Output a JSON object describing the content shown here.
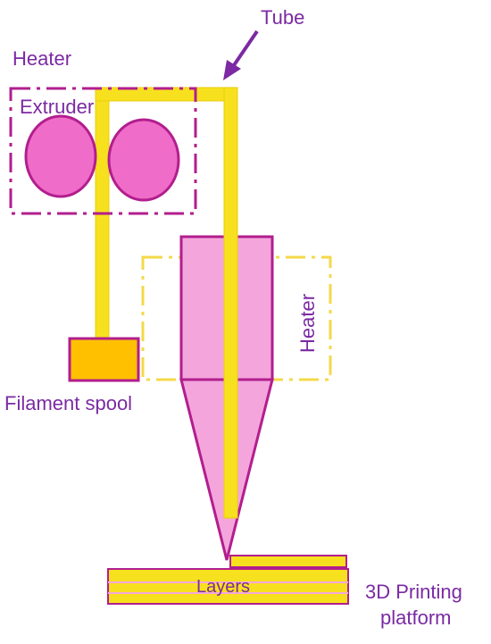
{
  "labels": {
    "tube": "Tube",
    "heater_top": "Heater",
    "extruder": "Extruder",
    "heater_side": "Heater",
    "filament_spool": "Filament spool",
    "layers": "Layers",
    "platform_line1": "3D Printing",
    "platform_line2": "platform"
  },
  "colors": {
    "label_text": "#7b2aa3",
    "magenta_stroke": "#b21e8e",
    "pink_fill": "#f4a6dc",
    "roller_fill": "#ef6cc8",
    "yellow_tube": "#f7e11e",
    "yellow_tube_stroke": "#e8cc10",
    "yellow_dash": "#f5d84a",
    "spool_fill": "#ffc000",
    "arrow": "#7b2aa3"
  }
}
